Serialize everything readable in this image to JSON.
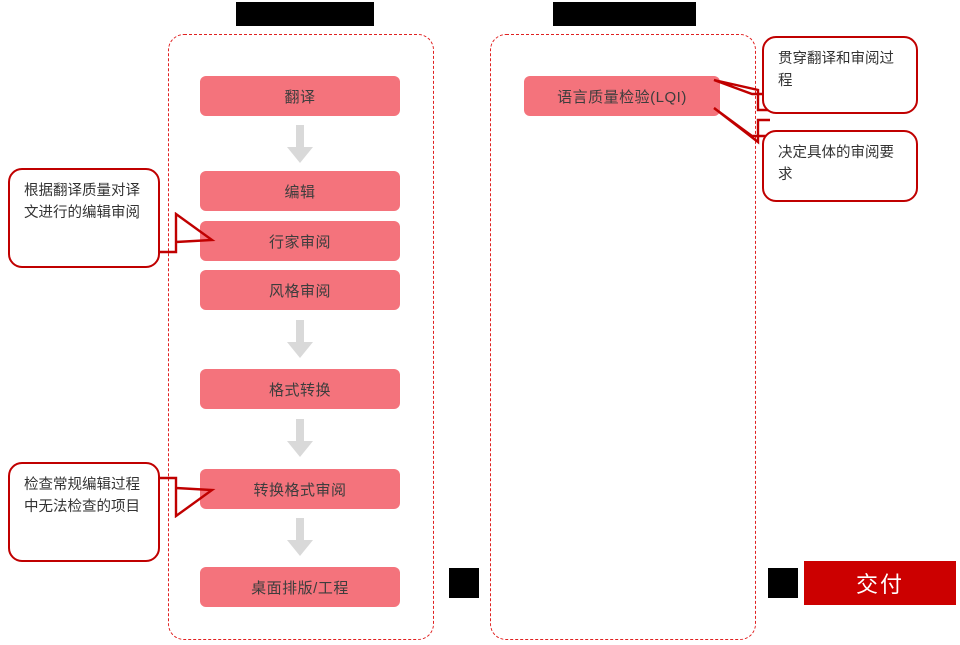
{
  "columns": {
    "left_title": "",
    "right_title": ""
  },
  "left_flow": {
    "steps": [
      {
        "id": "translate",
        "label": "翻译"
      },
      {
        "id": "edit",
        "label": "编辑"
      },
      {
        "id": "expert",
        "label": "行家审阅"
      },
      {
        "id": "style",
        "label": "风格审阅"
      },
      {
        "id": "format",
        "label": "格式转换"
      },
      {
        "id": "formatrev",
        "label": "转换格式审阅"
      },
      {
        "id": "dtp",
        "label": "桌面排版/工程"
      }
    ]
  },
  "right_flow": {
    "steps": [
      {
        "id": "lqi",
        "label": "语言质量检验(LQI)"
      }
    ]
  },
  "callouts": [
    {
      "id": "edit-review",
      "text": "根据翻译质量对译文进行的编辑审阅"
    },
    {
      "id": "regular-edit",
      "text": "检查常规编辑过程中无法检查的项目"
    },
    {
      "id": "through",
      "text": "贯穿翻译和审阅过程"
    },
    {
      "id": "decide",
      "text": "决定具体的审阅要求"
    }
  ],
  "delivery": {
    "label": "交付"
  },
  "colors": {
    "step_fill": "#f4737c",
    "panel_border": "#e02020",
    "callout_border": "#c00000",
    "delivery_fill": "#cc0000",
    "arrow_fill": "#d9d9d9",
    "redaction": "#000000"
  },
  "redactions": [
    {
      "id": "title-left",
      "note": "black-bar"
    },
    {
      "id": "title-right",
      "note": "black-bar"
    },
    {
      "id": "mid-bottom",
      "note": "black-square"
    },
    {
      "id": "right-bottom",
      "note": "black-square"
    }
  ]
}
